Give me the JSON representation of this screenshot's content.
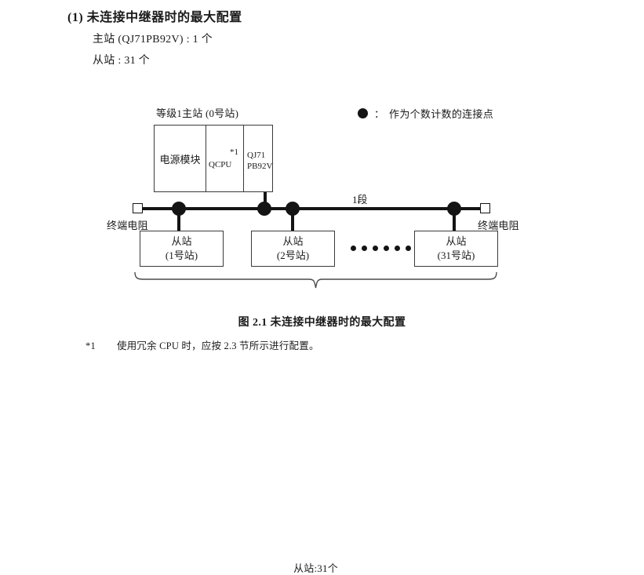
{
  "heading": {
    "number": "(1)",
    "title": "未连接中继器时的最大配置",
    "line1": "主站 (QJ71PB92V) : 1 个",
    "line2": "从站 : 31 个"
  },
  "legend": {
    "symbol": "filled-circle",
    "colon": "：",
    "text": "作为个数计数的连接点"
  },
  "diagram": {
    "master_label": "等级1主站 (0号站)",
    "module": {
      "power_label": "电源模块",
      "cpu_label": "QCPU",
      "cpu_footnote_mark": "*1",
      "network_line1": "QJ71",
      "network_line2": "PB92V"
    },
    "segment_label": "1段",
    "terminator_left": "终端电阻",
    "terminator_right": "终端电阻",
    "slaves": [
      {
        "name": "从站",
        "station": "(1号站)"
      },
      {
        "name": "从站",
        "station": "(2号站)"
      },
      {
        "name": "从站",
        "station": "(31号站)"
      }
    ],
    "ellipsis_count": 6,
    "brace_caption": "从站:31个"
  },
  "figure_caption": "图 2.1  未连接中继器时的最大配置",
  "footnote": {
    "mark": "*1",
    "text": "使用冗余 CPU 时，应按 2.3 节所示进行配置。"
  },
  "colors": {
    "line": "#141414",
    "box_border": "#3a3a3a",
    "text": "#1a1a1a",
    "background": "#ffffff"
  }
}
